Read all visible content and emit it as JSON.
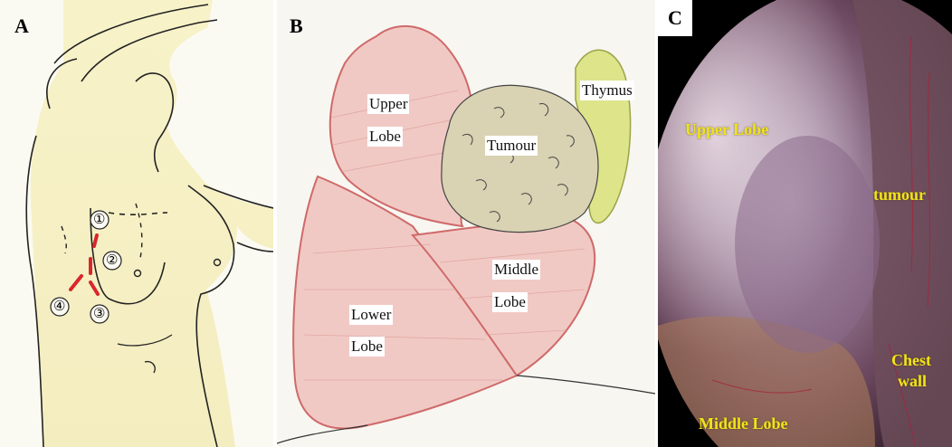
{
  "panels": {
    "a": {
      "label": "A",
      "markers": [
        "①",
        "②",
        "③",
        "④"
      ],
      "incision_color": "#d9262b"
    },
    "b": {
      "label": "B",
      "labels": {
        "upper_lobe": [
          "Upper",
          "Lobe"
        ],
        "tumour": "Tumour",
        "thymus": "Thymus",
        "middle_lobe": [
          "Middle",
          "Lobe"
        ],
        "lower_lobe": [
          "Lower",
          "Lobe"
        ]
      },
      "colors": {
        "lung": "#f1c9c4",
        "lung_outline": "#cf6a6a",
        "tumour": "#d9d2b3",
        "thymus": "#dde48a"
      }
    },
    "c": {
      "label": "C",
      "labels": {
        "upper_lobe": "Upper Lobe",
        "tumour": "tumour",
        "chest_wall": [
          "Chest",
          "wall"
        ],
        "middle_lobe": "Middle Lobe"
      },
      "label_color": "#f0e41a"
    }
  }
}
